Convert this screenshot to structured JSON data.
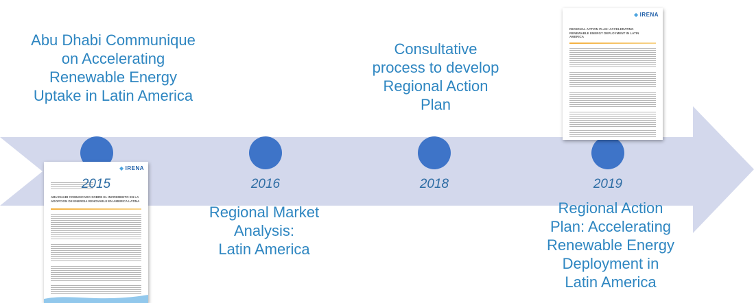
{
  "colors": {
    "arrow": "#d3d8ec",
    "dot": "#3e74c8",
    "title_text": "#2e86c1",
    "year_text": "#2e6da4"
  },
  "milestones": [
    {
      "year": "2015",
      "title": "Abu Dhabi Communique\non Accelerating\nRenewable Energy\nUptake in Latin America"
    },
    {
      "year": "2016",
      "title": "Regional Market\nAnalysis:\nLatin America"
    },
    {
      "year": "2018",
      "title": "Consultative\nprocess to develop\nRegional Action\nPlan"
    },
    {
      "year": "2019",
      "title": "Regional Action\nPlan: Accelerating\nRenewable Energy\nDeployment in\nLatin America"
    }
  ],
  "documents": {
    "doc_2015": {
      "logo": "IRENA",
      "icon": "irena-logo-icon",
      "title": "Abu Dhabi Comunicado sobre el incremento en la adopcion de energia renovable en America Latina"
    },
    "doc_2019": {
      "logo": "IRENA",
      "icon": "irena-logo-icon",
      "title": "Regional Action Plan: Accelerating Renewable Energy Deployment in Latin America"
    }
  }
}
